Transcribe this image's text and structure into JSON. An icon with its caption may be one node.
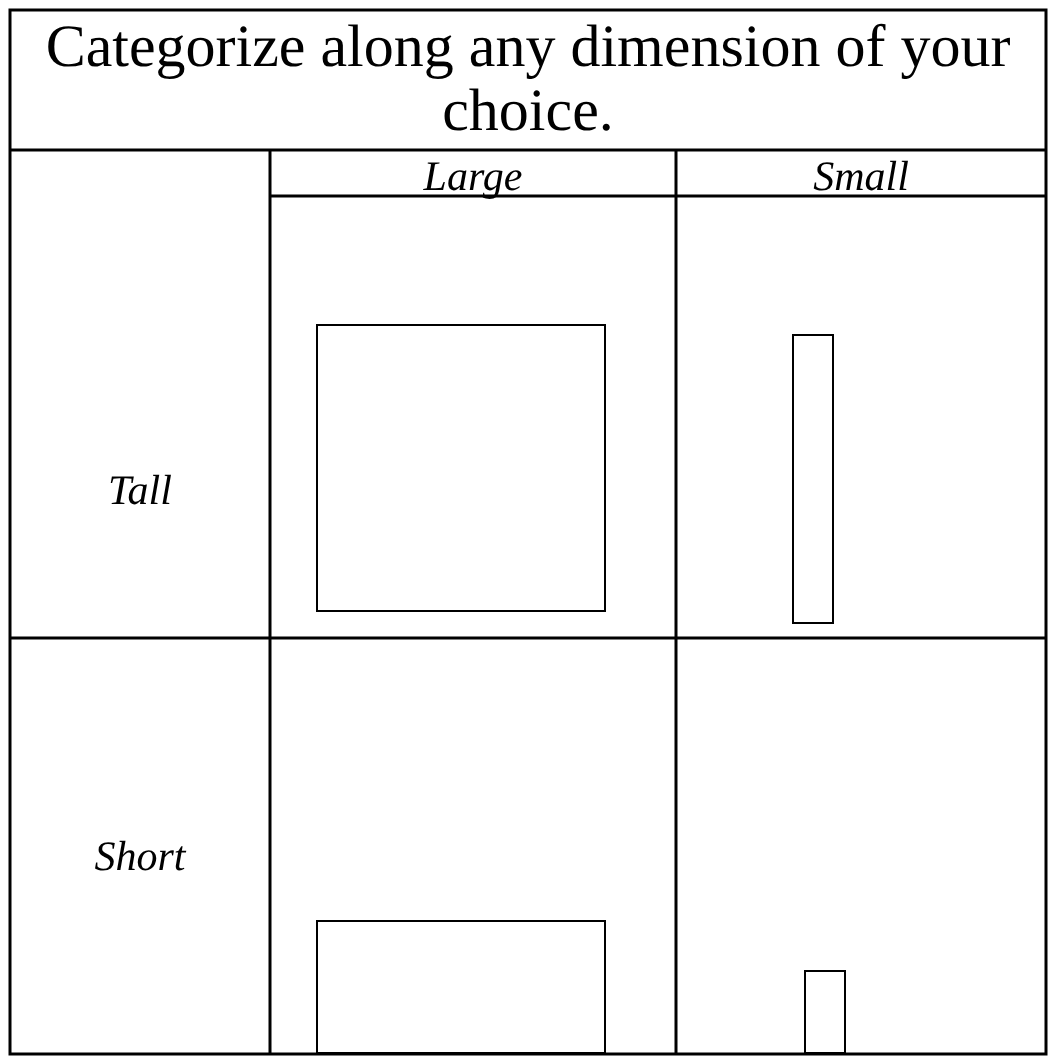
{
  "diagram": {
    "title": "Categorize along any dimension of your choice.",
    "nodes": [
      {
        "text": [],
        "shape": "box"
      },
      {
        "text": [],
        "shape": "box"
      },
      {
        "text": [],
        "shape": "box"
      },
      {
        "text": [],
        "shape": "box"
      }
    ],
    "labels": [
      "Large",
      "Small",
      "Tall",
      "Short"
    ]
  }
}
